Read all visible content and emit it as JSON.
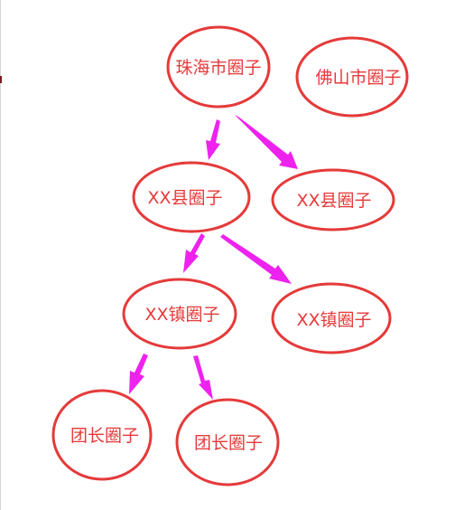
{
  "diagram": {
    "nodes": [
      {
        "id": "zhuhai",
        "label": "珠海市圈子"
      },
      {
        "id": "foshan",
        "label": "佛山市圈子"
      },
      {
        "id": "county-a",
        "label": "XX县圈子"
      },
      {
        "id": "county-b",
        "label": "XX县圈子"
      },
      {
        "id": "town-a",
        "label": "XX镇圈子"
      },
      {
        "id": "town-b",
        "label": "XX镇圈子"
      },
      {
        "id": "group-a",
        "label": "团长圈子"
      },
      {
        "id": "group-b",
        "label": "团长圈子"
      }
    ],
    "edges": [
      {
        "from": "zhuhai",
        "to": "county-a"
      },
      {
        "from": "zhuhai",
        "to": "county-b"
      },
      {
        "from": "county-a",
        "to": "town-a"
      },
      {
        "from": "county-a",
        "to": "town-b"
      },
      {
        "from": "town-a",
        "to": "group-a"
      },
      {
        "from": "town-a",
        "to": "group-b"
      }
    ],
    "colors": {
      "node_stroke": "#e53a3a",
      "node_text": "#e53a3a",
      "arrow": "#ee22ee"
    }
  }
}
